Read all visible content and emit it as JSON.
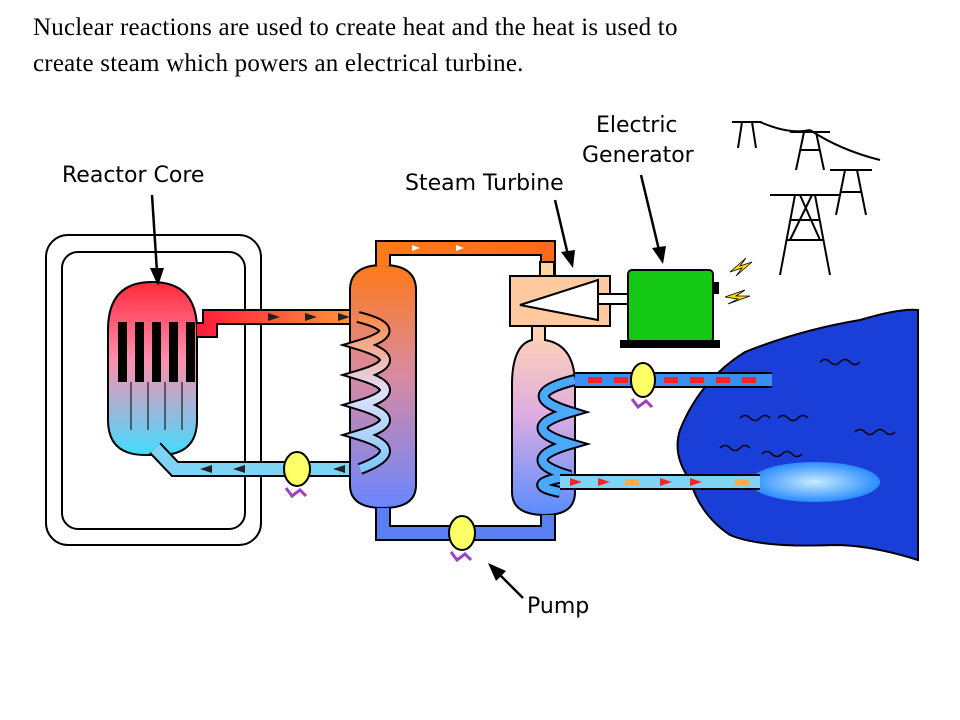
{
  "caption": {
    "line1": "Nuclear reactions are used to create heat and the heat is used to",
    "line2": "create steam which powers an electrical turbine."
  },
  "labels": {
    "reactor_core": "Reactor Core",
    "steam_turbine": "Steam Turbine",
    "electric": "Electric",
    "generator": "Generator",
    "pump": "Pump"
  },
  "colors": {
    "hot_loop": "#ff3a2a",
    "cool_loop": "#7fd3f5",
    "steam_loop": "#ff7a2a",
    "condensate_loop": "#5a7ff0",
    "generator": "#14c814",
    "pump": "#ffff66",
    "water_body": "#1a3fd8",
    "outer_loop_blue": "#3a8ff0"
  },
  "icons": [
    "arrow-icon",
    "pump-icon",
    "transmission-tower-icon",
    "lightning-bolt-icon",
    "water-wave-icon"
  ]
}
